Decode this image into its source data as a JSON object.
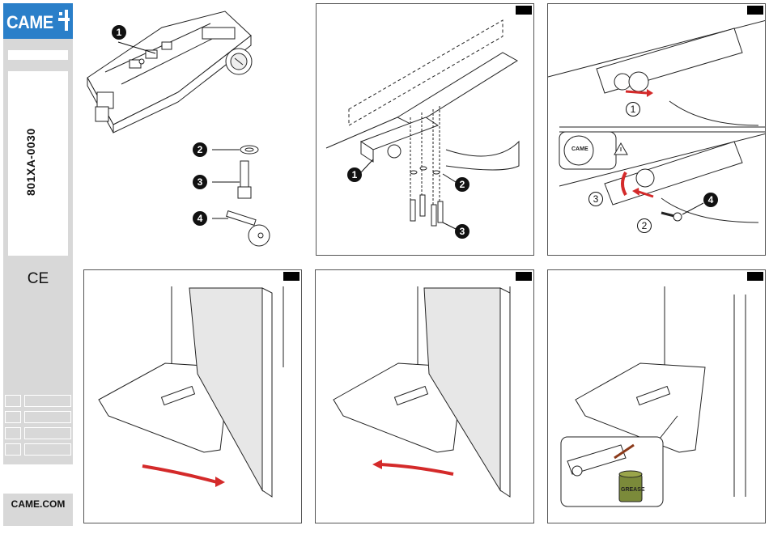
{
  "sidebar": {
    "brand": "CAME",
    "product_code": "801XA-0030",
    "ce_mark": "CE",
    "website": "CAME.COM",
    "accent_color": "#2a7fc9"
  },
  "figures": [
    {
      "id": "fig1",
      "callouts": [
        "1",
        "2",
        "3",
        "4"
      ]
    },
    {
      "id": "fig2",
      "callouts": [
        "1",
        "2",
        "3"
      ]
    },
    {
      "id": "fig3",
      "steps": [
        "1",
        "2",
        "3"
      ],
      "callouts": [
        "4"
      ],
      "inset_logo": "CAME"
    },
    {
      "id": "fig4",
      "arrow_direction": "right"
    },
    {
      "id": "fig5",
      "arrow_direction": "left"
    },
    {
      "id": "fig6",
      "grease_label": "GREASE"
    }
  ],
  "icons": [
    "came-logo-icon",
    "warning-icon",
    "arrow-icon",
    "key-icon",
    "screw-icon",
    "washer-icon",
    "grease-can-icon",
    "brush-icon"
  ]
}
